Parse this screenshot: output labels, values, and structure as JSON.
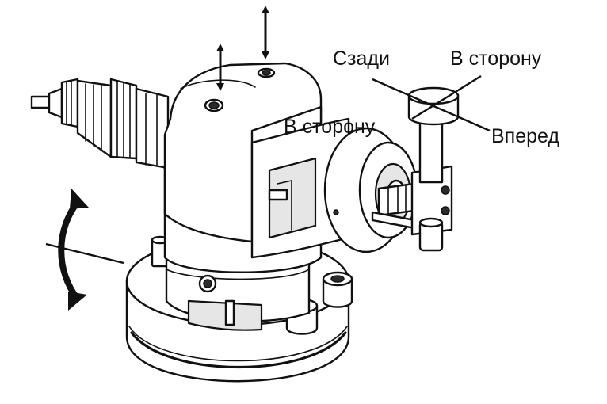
{
  "labels": {
    "rear": "Сзади",
    "side_right": "В сторону",
    "side_center": "В сторону",
    "forward": "Вперед"
  },
  "colors": {
    "ink": "#111111",
    "shade": "#e6e6e6",
    "background": "#ffffff"
  },
  "icons": {
    "vertical_arrow_left": "double-arrow-vertical-icon",
    "vertical_arrow_right": "double-arrow-vertical-icon",
    "rotation_arrow": "curved-double-arrow-icon"
  }
}
